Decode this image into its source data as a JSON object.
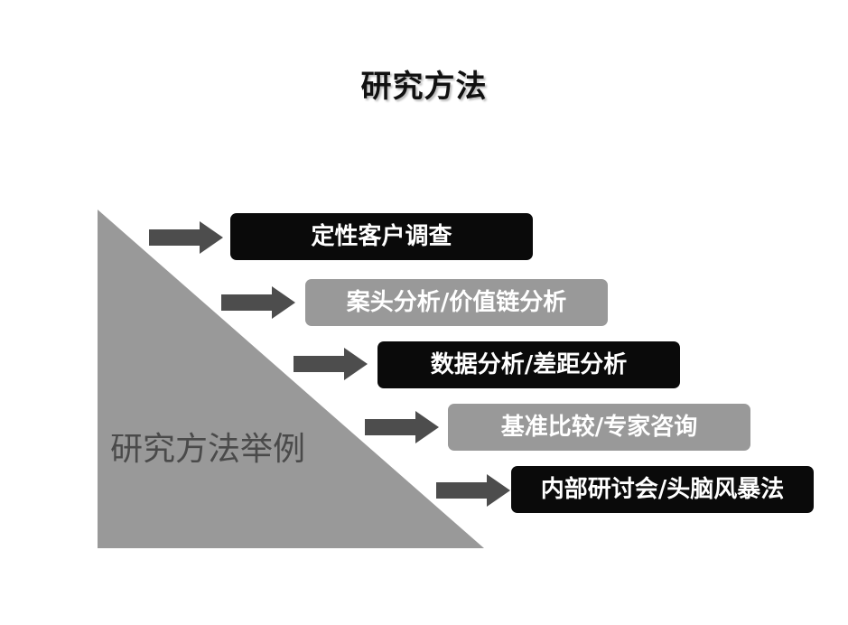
{
  "title": "研究方法",
  "triangle_label": "研究方法举例",
  "colors": {
    "triangle": "#999999",
    "arrow": "#4d4d4d",
    "dark_box": "#0a0a0a",
    "gray_box": "#999999"
  },
  "steps": [
    {
      "label": "定性客户调查",
      "style": "dark"
    },
    {
      "label": "案头分析/价值链分析",
      "style": "gray"
    },
    {
      "label": "数据分析/差距分析",
      "style": "dark"
    },
    {
      "label": "基准比较/专家咨询",
      "style": "gray"
    },
    {
      "label": "内部研讨会/头脑风暴法",
      "style": "dark"
    }
  ]
}
